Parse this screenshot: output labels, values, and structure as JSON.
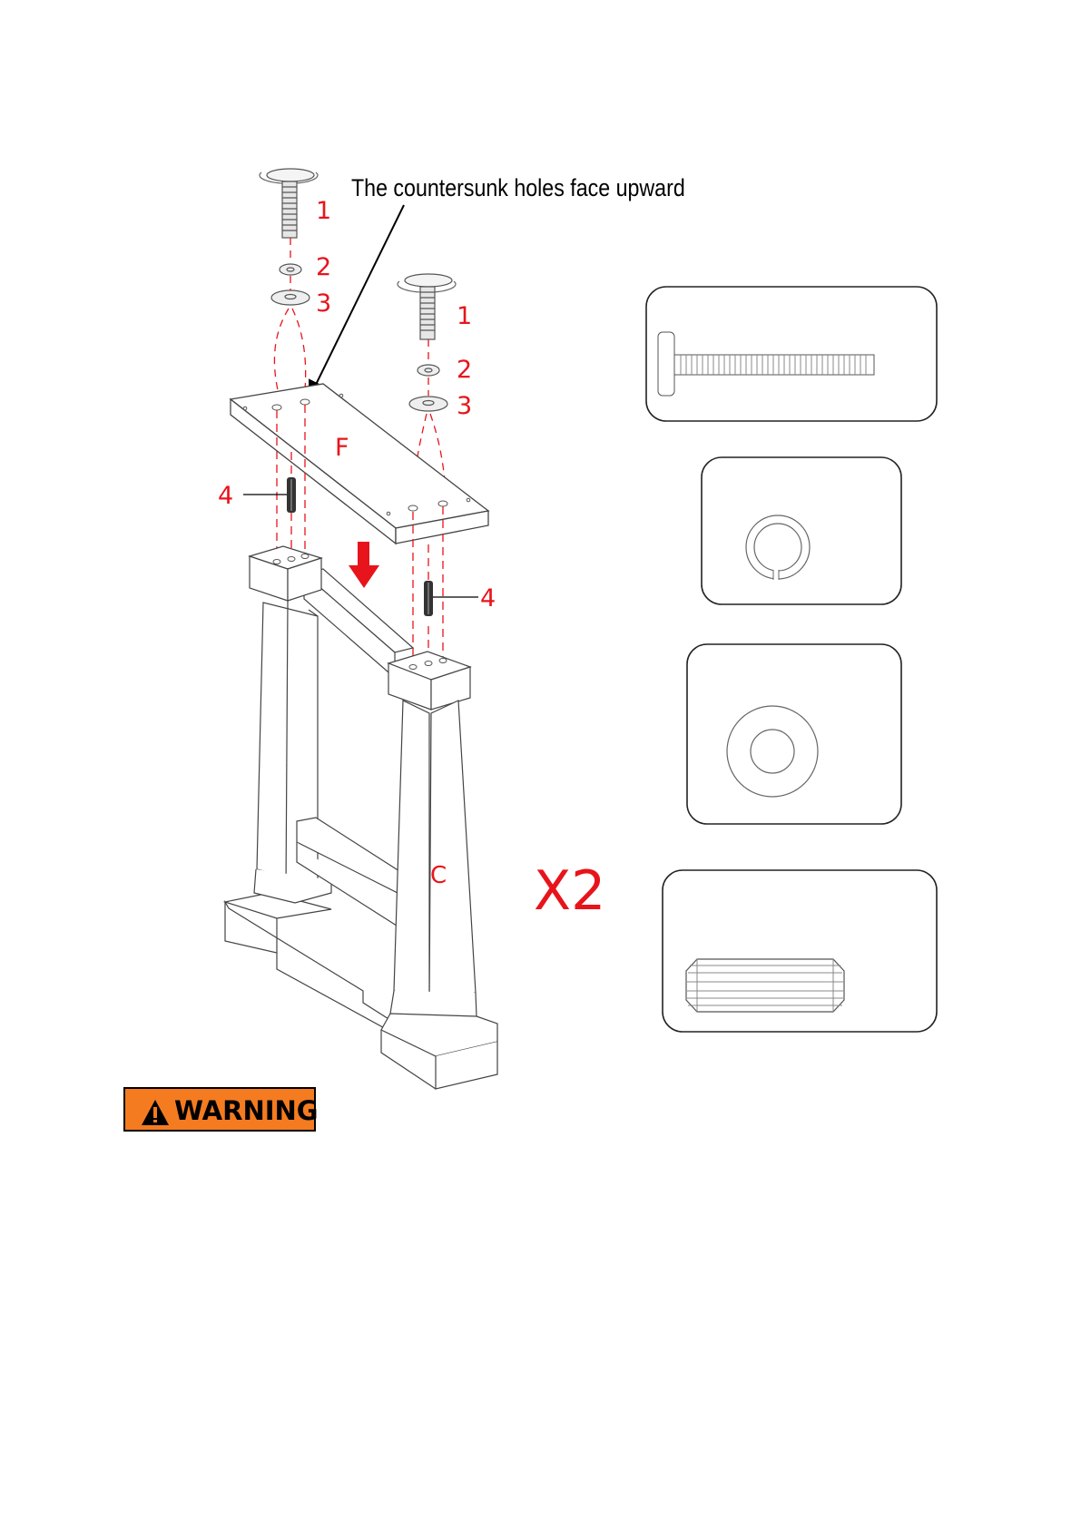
{
  "note": "The countersunk holes face upward",
  "labels": {
    "screw": "1",
    "lock_washer": "2",
    "flat_washer": "3",
    "dowel": "4",
    "panel_f": "F",
    "leg_c": "C"
  },
  "multiplier": "X2",
  "warning": {
    "text": "WARNING",
    "color": "#f47b20"
  },
  "colors": {
    "accent": "#e8141b",
    "line": "#000000"
  },
  "icons": [
    "screw-icon",
    "split-lock-washer-icon",
    "flat-washer-icon",
    "dowel-pin-icon",
    "down-arrow-icon",
    "warning-triangle-icon"
  ]
}
